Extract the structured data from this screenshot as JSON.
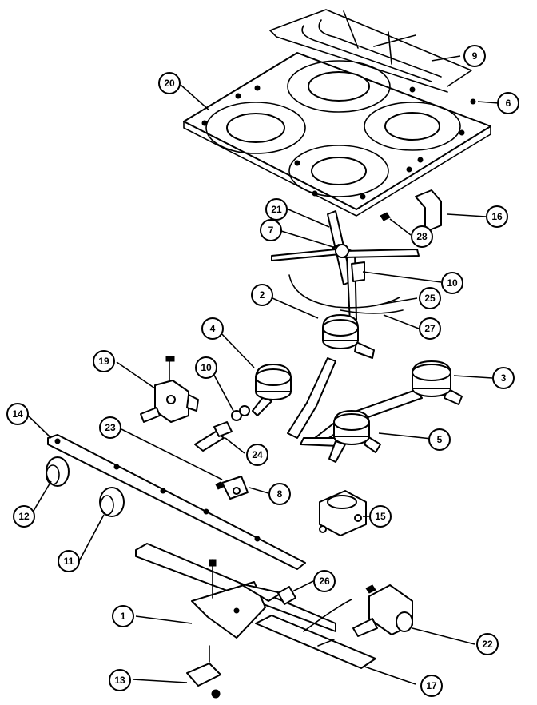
{
  "diagram": {
    "callouts": [
      {
        "id": "c1",
        "label": "1"
      },
      {
        "id": "c2",
        "label": "2"
      },
      {
        "id": "c3",
        "label": "3"
      },
      {
        "id": "c4",
        "label": "4"
      },
      {
        "id": "c5",
        "label": "5"
      },
      {
        "id": "c6",
        "label": "6"
      },
      {
        "id": "c7",
        "label": "7"
      },
      {
        "id": "c8",
        "label": "8"
      },
      {
        "id": "c9",
        "label": "9"
      },
      {
        "id": "c10a",
        "label": "10"
      },
      {
        "id": "c10b",
        "label": "10"
      },
      {
        "id": "c11",
        "label": "11"
      },
      {
        "id": "c12",
        "label": "12"
      },
      {
        "id": "c13",
        "label": "13"
      },
      {
        "id": "c14",
        "label": "14"
      },
      {
        "id": "c15",
        "label": "15"
      },
      {
        "id": "c16",
        "label": "16"
      },
      {
        "id": "c17",
        "label": "17"
      },
      {
        "id": "c19",
        "label": "19"
      },
      {
        "id": "c20",
        "label": "20"
      },
      {
        "id": "c21",
        "label": "21"
      },
      {
        "id": "c22",
        "label": "22"
      },
      {
        "id": "c23",
        "label": "23"
      },
      {
        "id": "c24",
        "label": "24"
      },
      {
        "id": "c25",
        "label": "25"
      },
      {
        "id": "c26",
        "label": "26"
      },
      {
        "id": "c27",
        "label": "27"
      },
      {
        "id": "c28",
        "label": "28"
      }
    ]
  }
}
